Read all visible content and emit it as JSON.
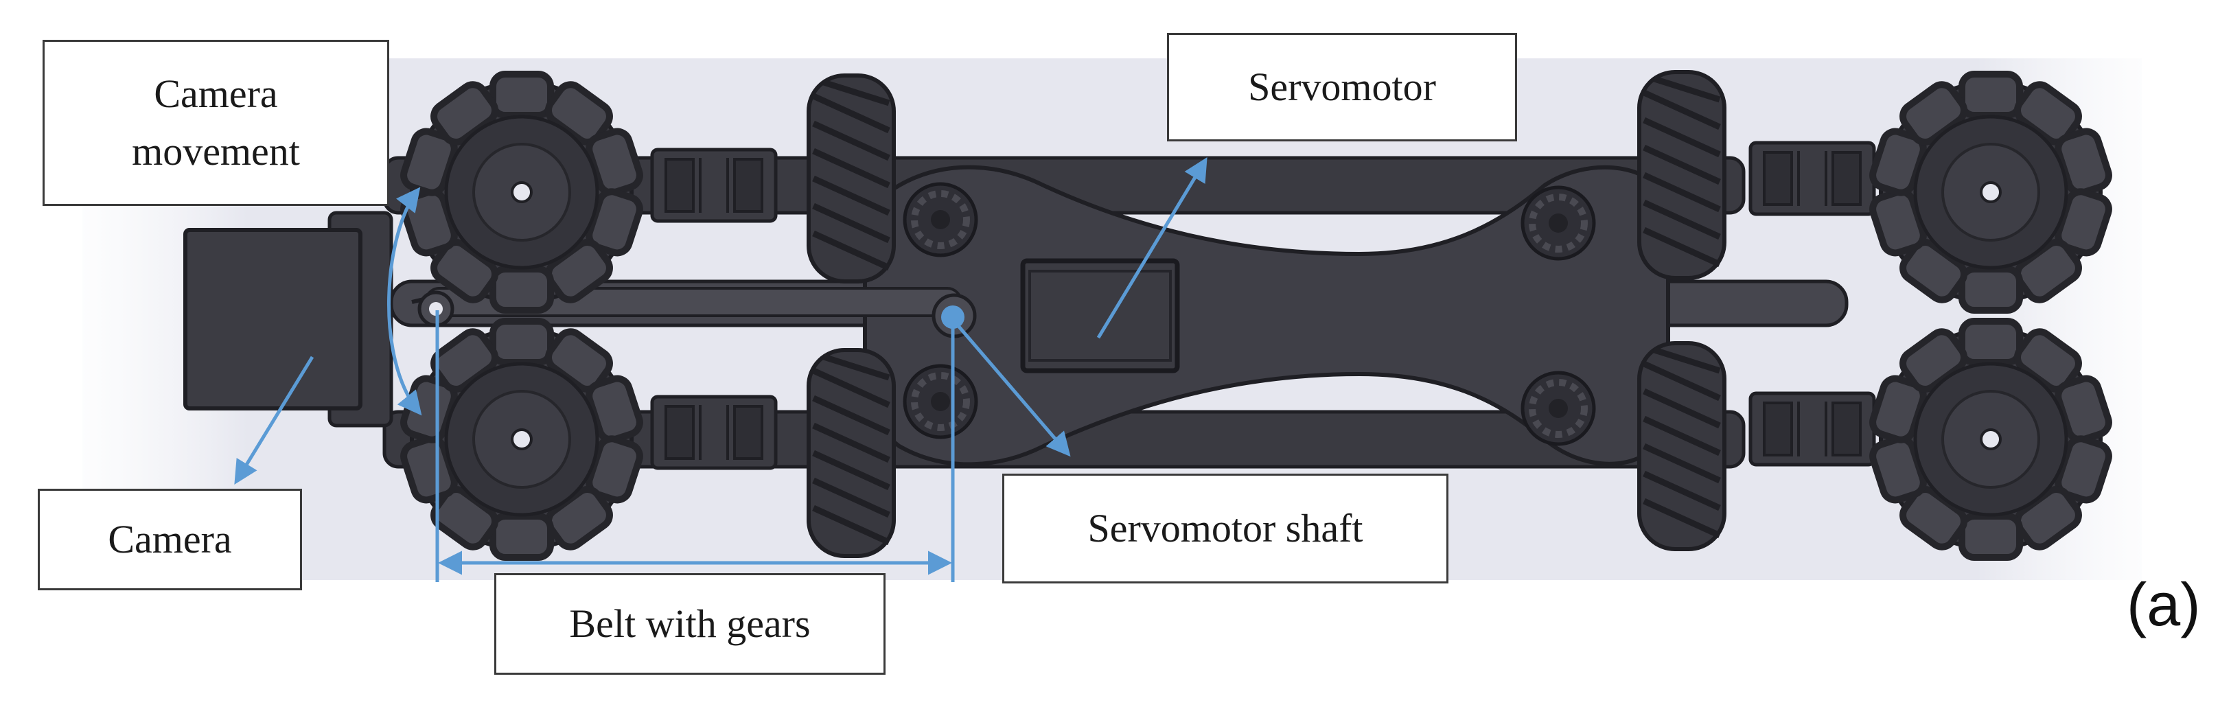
{
  "figure": {
    "panel_letter": "(a)",
    "callouts": {
      "camera_movement": [
        "Camera",
        "movement"
      ],
      "camera": "Camera",
      "servomotor": "Servomotor",
      "servomotor_shaft": "Servomotor shaft",
      "belt_with_gears": "Belt with gears"
    }
  },
  "colors": {
    "chassis": "#3c3c43",
    "chassis_dark": "#26262b",
    "chassis_light": "#56565e",
    "background_panel": "#e8e9f0",
    "annotation_arrow": "#5b9bd5",
    "label_border": "#3a3a3a"
  }
}
